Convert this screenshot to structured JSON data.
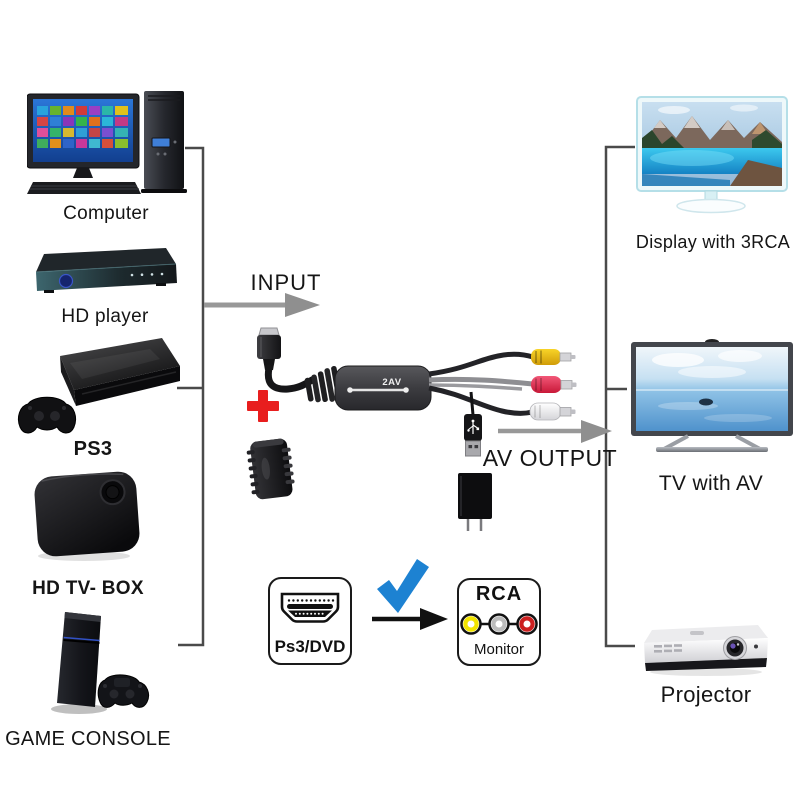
{
  "sources": {
    "items": [
      {
        "label": "Computer"
      },
      {
        "label": "HD player"
      },
      {
        "label": "PS3"
      },
      {
        "label": "HD TV- BOX"
      },
      {
        "label": "GAME CONSOLE"
      }
    ]
  },
  "outputs": {
    "items": [
      {
        "label": "Display with 3RCA"
      },
      {
        "label": "TV with AV"
      },
      {
        "label": "Projector"
      }
    ]
  },
  "converter": {
    "input_label": "INPUT",
    "output_label": "AV OUTPUT",
    "body_label": "2AV"
  },
  "compatibility": {
    "source_box_label": "Ps3/DVD",
    "target_box_title": "RCA",
    "target_box_label": "Monitor"
  },
  "colors": {
    "rca_yellow": "#f2c300",
    "rca_red": "#e83a5a",
    "rca_white": "#f4f4f4",
    "check_blue": "#1d82d2",
    "plus_red": "#e81e1e",
    "arrow_gray": "#969696",
    "bracket_gray": "#4a4a4a"
  }
}
